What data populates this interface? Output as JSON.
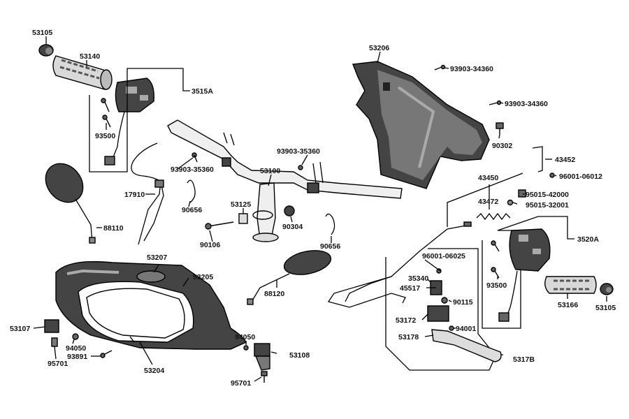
{
  "diagram": {
    "labels": {
      "p53105_l": "53105",
      "p53140": "53140",
      "p3515A": "3515A",
      "p93500_l": "93500",
      "p17910": "17910",
      "p93903_35360_l": "93903-35360",
      "p90656_l": "90656",
      "p88110": "88110",
      "p93903_35360_c": "93903-35360",
      "p53100": "53100",
      "p53125": "53125",
      "p90304": "90304",
      "p90106": "90106",
      "p90656_c": "90656",
      "p53206": "53206",
      "p93903_34360_a": "93903-34360",
      "p93903_34360_b": "93903-34360",
      "p90302": "90302",
      "p43452": "43452",
      "p96001_06012": "96001-06012",
      "p43450": "43450",
      "p43472": "43472",
      "p95015_42000": "95015-42000",
      "p95015_32001": "95015-32001",
      "p3520A": "3520A",
      "p93500_r": "93500",
      "p53166": "53166",
      "p53105_r": "53105",
      "p53207": "53207",
      "p53205": "53205",
      "p88120": "88120",
      "p96001_06025": "96001-06025",
      "p35340": "35340",
      "p45517": "45517",
      "p90115": "90115",
      "p53172": "53172",
      "p94001": "94001",
      "p53178": "53178",
      "p5317B": "5317B",
      "p53107": "53107",
      "p94050_l": "94050",
      "p95701_l": "95701",
      "p93891": "93891",
      "p53204": "53204",
      "p94050_c": "94050",
      "p53108": "53108",
      "p95701_c": "95701"
    }
  }
}
